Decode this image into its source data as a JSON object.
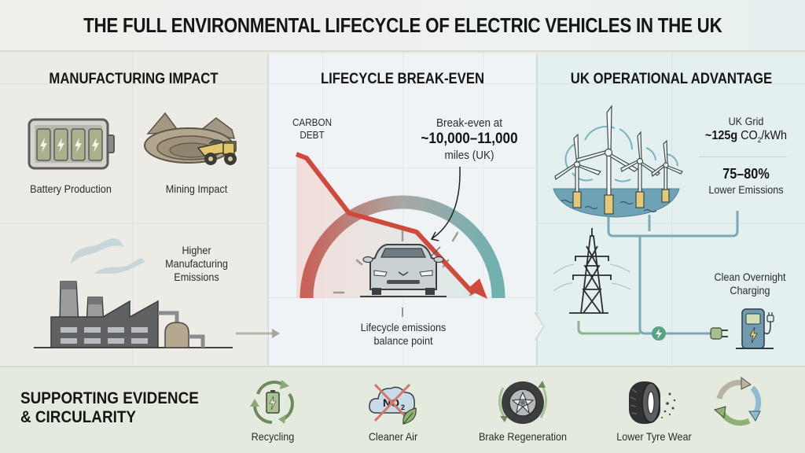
{
  "title": "THE FULL ENVIRONMENTAL LIFECYCLE OF ELECTRIC VEHICLES IN THE UK",
  "panels": {
    "manufacturing": {
      "title": "MANUFACTURING IMPACT",
      "items": [
        {
          "label": "Battery Production",
          "icon": "battery-icon"
        },
        {
          "label": "Mining Impact",
          "icon": "mining-truck-icon"
        }
      ],
      "factory_label_lines": [
        "Higher",
        "Manufacturing",
        "Emissions"
      ],
      "colors": {
        "background": "#edebe5",
        "factory": "#5f6163",
        "tank": "#b5a88e"
      }
    },
    "breakeven": {
      "title": "LIFECYCLE BREAK-EVEN",
      "carbon_debt_lines": [
        "CARBON",
        "DEBT"
      ],
      "callout_line1": "Break-even at",
      "callout_value": "~10,000–11,000",
      "callout_line3": "miles (UK)",
      "balance_lines": [
        "Lifecycle emissions",
        "balance point"
      ],
      "colors": {
        "debt_line": "#cf4a3c",
        "gauge_start": "#c8625a",
        "gauge_end": "#6fb0b0"
      }
    },
    "operational": {
      "title": "UK OPERATIONAL ADVANTAGE",
      "grid_label": "UK Grid",
      "grid_value": "~125g",
      "grid_unit_prefix": "CO",
      "grid_unit_sub": "2",
      "grid_unit_suffix": "/kWh",
      "reduction_value": "75–80%",
      "reduction_label": "Lower Emissions",
      "charging_lines": [
        "Clean Overnight",
        "Charging"
      ],
      "colors": {
        "sea": "#6ea3b5",
        "cable": "#7aa9b8",
        "green_cable": "#8db589",
        "charger": "#6f9ab0"
      }
    }
  },
  "bottom": {
    "title_lines": [
      "SUPPORTING EVIDENCE",
      "& CIRCULARITY"
    ],
    "features": [
      {
        "label": "Recycling",
        "icon": "recycling-battery-icon"
      },
      {
        "label": "Cleaner Air",
        "icon": "no2-cloud-crossed-icon",
        "icon_text": "NO",
        "icon_sub": "2"
      },
      {
        "label": "Brake Regeneration",
        "icon": "wheel-regen-icon"
      },
      {
        "label": "Lower Tyre Wear",
        "icon": "tyre-icon"
      },
      {
        "label": "",
        "icon": "circular-arrows-icon"
      }
    ]
  }
}
